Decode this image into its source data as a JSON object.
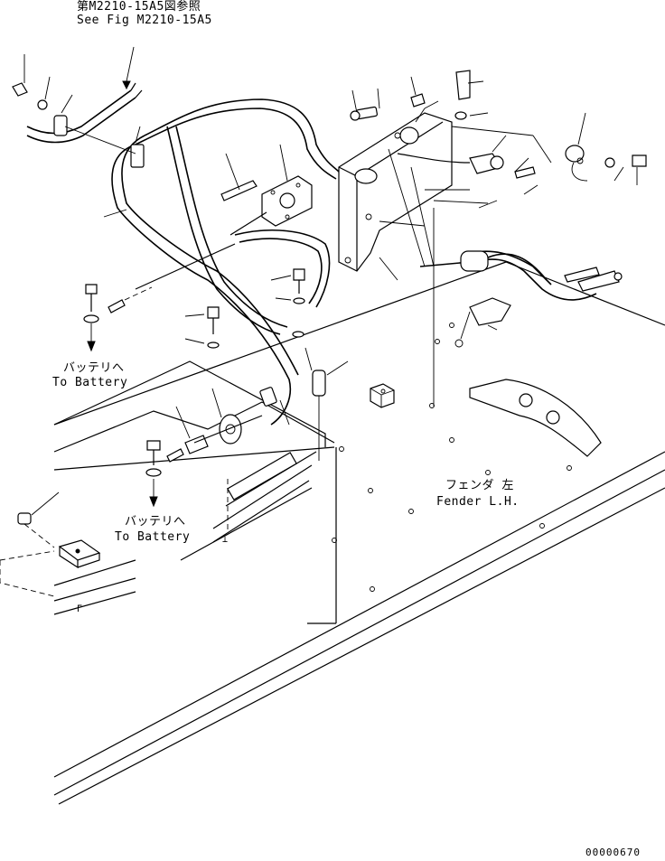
{
  "labels": {
    "ref_jp": "第M2210-15A5図参照",
    "ref_en": "See Fig M2210-15A5",
    "battery1_jp": "バッテリへ",
    "battery1_en": "To Battery",
    "battery2_jp": "バッテリへ",
    "battery2_en": "To Battery",
    "fender_jp": "フェンダ 左",
    "fender_en": "Fender L.H.",
    "figure_id": "00000670"
  }
}
